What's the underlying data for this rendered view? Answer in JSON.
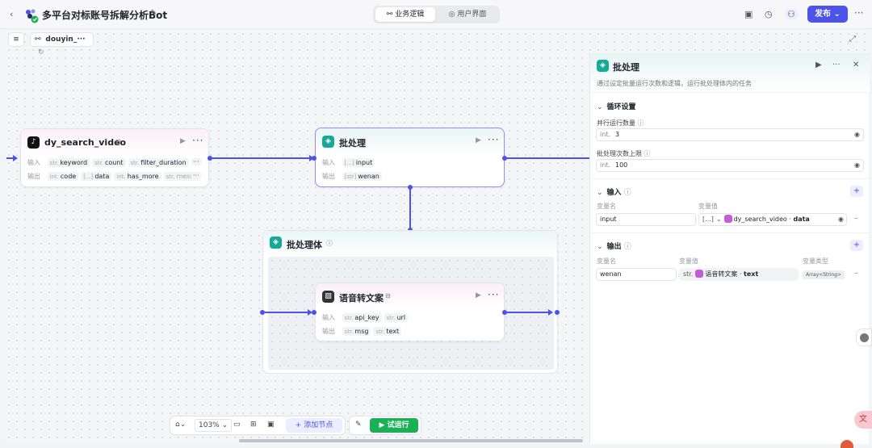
{
  "topbar": {
    "title": "多平台对标账号拆解分析Bot",
    "tabs": [
      {
        "label": "业务逻辑",
        "active": true
      },
      {
        "label": "用户界面",
        "active": false
      }
    ],
    "publish_label": "发布"
  },
  "canvas": {
    "tab_label": "douyin_···"
  },
  "nodes": {
    "search": {
      "title": "dy_search_video",
      "input_label": "输入",
      "output_label": "输出",
      "inputs": [
        {
          "type": "str.",
          "name": "keyword"
        },
        {
          "type": "str.",
          "name": "count"
        },
        {
          "type": "str.",
          "name": "filter_duration"
        }
      ],
      "outputs": [
        {
          "type": "int.",
          "name": "code"
        },
        {
          "type": "[...]",
          "name": "data"
        },
        {
          "type": "int.",
          "name": "has_more"
        },
        {
          "type": "str.",
          "name": "messa"
        }
      ]
    },
    "batch": {
      "title": "批处理",
      "input_label": "输入",
      "output_label": "输出",
      "inputs": [
        {
          "type": "[...]",
          "name": "input"
        }
      ],
      "outputs": [
        {
          "type": "[str]",
          "name": "wenan"
        }
      ]
    },
    "batch_body": {
      "title": "批处理体"
    },
    "speech": {
      "title": "语音转文案",
      "input_label": "输入",
      "output_label": "输出",
      "inputs": [
        {
          "type": "str.",
          "name": "api_key"
        },
        {
          "type": "str.",
          "name": "url"
        }
      ],
      "outputs": [
        {
          "type": "str.",
          "name": "msg"
        },
        {
          "type": "str.",
          "name": "text"
        }
      ]
    }
  },
  "toolbar": {
    "zoom": "103%",
    "add_node_label": "添加节点",
    "run_label": "试运行"
  },
  "panel": {
    "title": "批处理",
    "description": "通过设定批量运行次数和逻辑，运行批处理体内的任务",
    "loop_section": "循环设置",
    "parallel_label": "并行运行数量",
    "parallel_prefix": "int.",
    "parallel_value": "3",
    "max_label": "批处理次数上限",
    "max_prefix": "int.",
    "max_value": "100",
    "input_section": "输入",
    "input_col_name": "变量名",
    "input_col_value": "变量值",
    "input_var_name": "input",
    "input_var_type": "[...]",
    "input_var_ref_node": "dy_search_video",
    "input_var_ref_field": "data",
    "output_section": "输出",
    "output_col_name": "变量名",
    "output_col_value": "变量值",
    "output_col_type": "变量类型",
    "output_var_name": "wenan",
    "output_var_prefix": "str.",
    "output_var_ref_node": "语音转文案",
    "output_var_ref_field": "text",
    "output_var_type": "Array<String>"
  }
}
